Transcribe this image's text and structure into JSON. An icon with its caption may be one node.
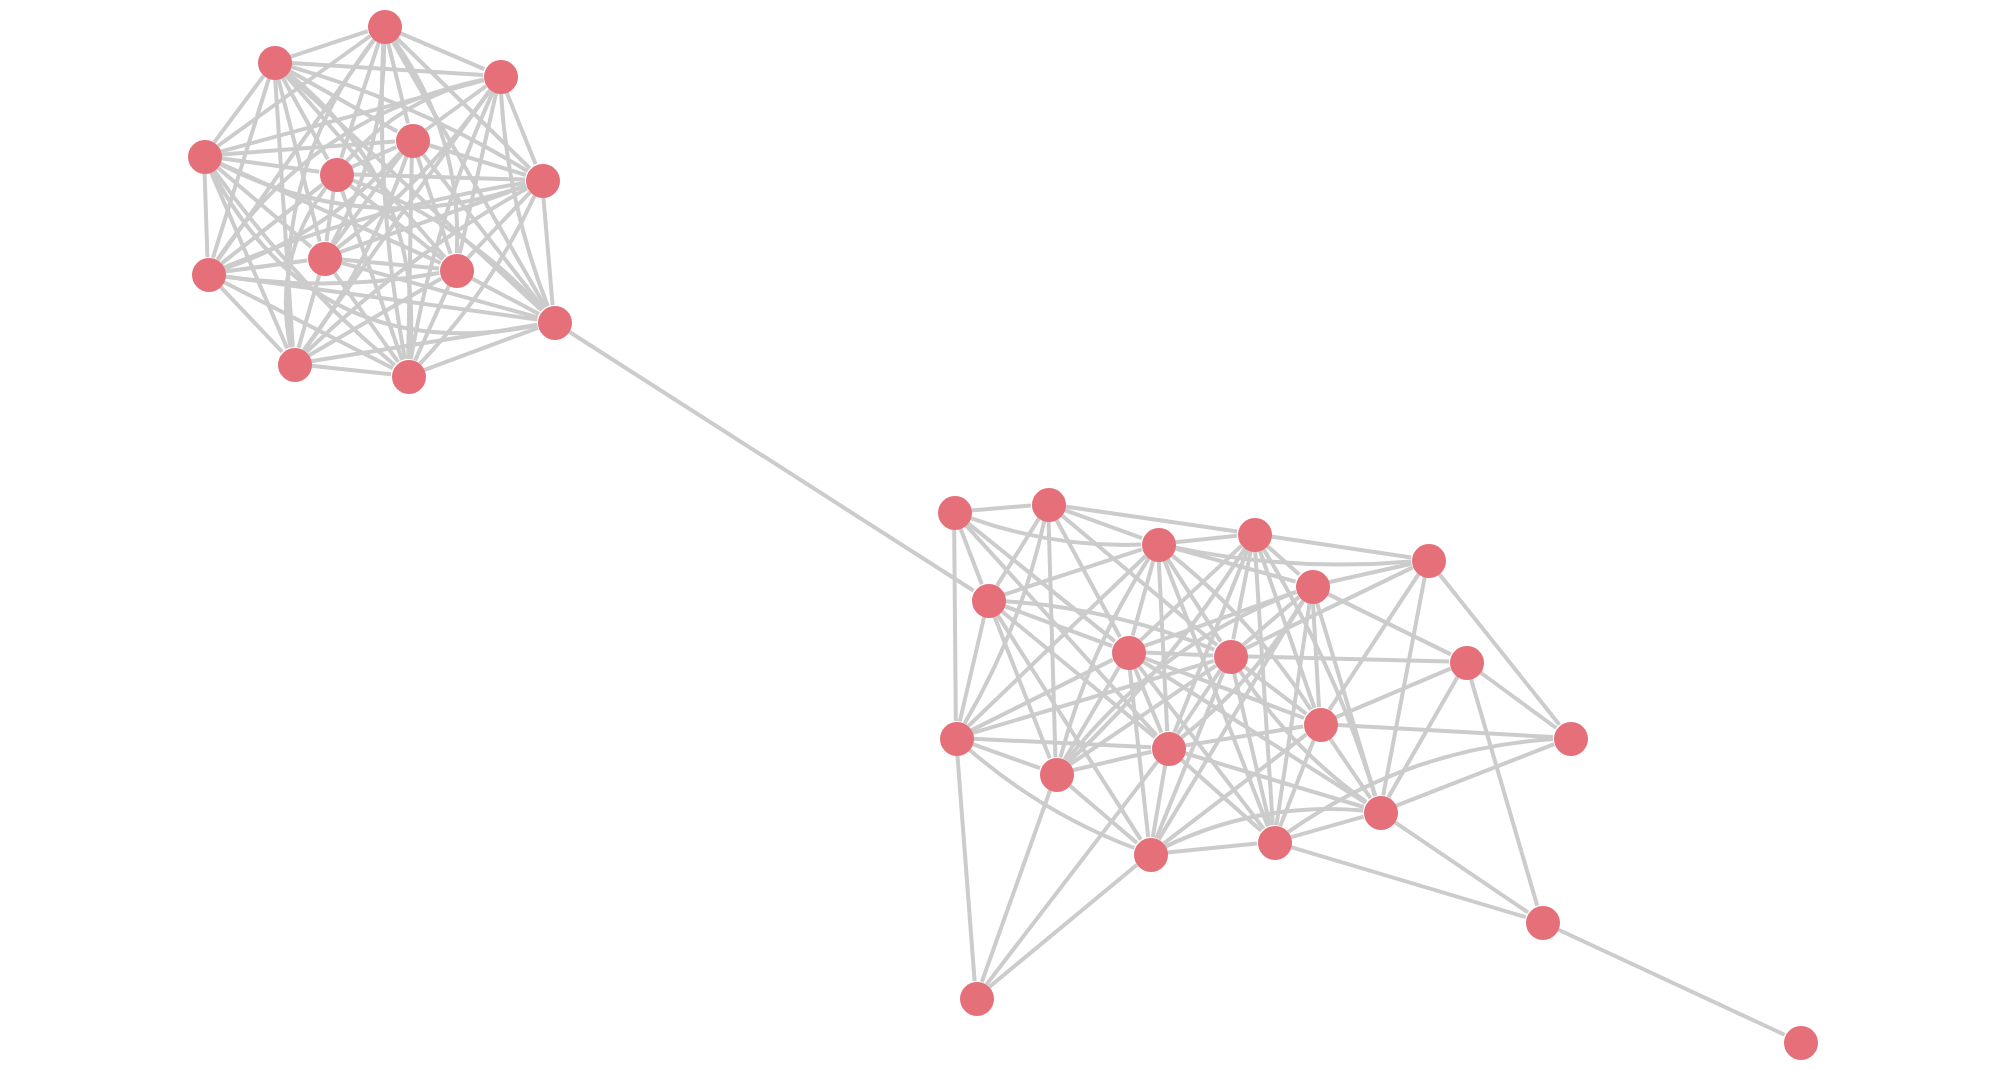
{
  "diagram": {
    "nodes": [
      {
        "text": [],
        "shape": "circle"
      },
      {
        "text": [],
        "shape": "circle"
      },
      {
        "text": [],
        "shape": "circle"
      },
      {
        "text": [],
        "shape": "circle"
      },
      {
        "text": [],
        "shape": "circle"
      },
      {
        "text": [],
        "shape": "circle"
      },
      {
        "text": [],
        "shape": "circle"
      },
      {
        "text": [],
        "shape": "circle"
      },
      {
        "text": [],
        "shape": "circle"
      },
      {
        "text": [],
        "shape": "circle"
      },
      {
        "text": [],
        "shape": "circle"
      },
      {
        "text": [],
        "shape": "circle"
      },
      {
        "text": [],
        "shape": "circle"
      },
      {
        "text": [],
        "shape": "circle"
      },
      {
        "text": [],
        "shape": "circle"
      },
      {
        "text": [],
        "shape": "circle"
      },
      {
        "text": [],
        "shape": "circle"
      },
      {
        "text": [],
        "shape": "circle"
      },
      {
        "text": [],
        "shape": "circle"
      },
      {
        "text": [],
        "shape": "circle"
      },
      {
        "text": [],
        "shape": "circle"
      },
      {
        "text": [],
        "shape": "circle"
      },
      {
        "text": [],
        "shape": "circle"
      },
      {
        "text": [],
        "shape": "circle"
      },
      {
        "text": [],
        "shape": "circle"
      },
      {
        "text": [],
        "shape": "circle"
      },
      {
        "text": [],
        "shape": "circle"
      },
      {
        "text": [],
        "shape": "circle"
      },
      {
        "text": [],
        "shape": "circle"
      },
      {
        "text": [],
        "shape": "circle"
      },
      {
        "text": [],
        "shape": "circle"
      },
      {
        "text": [],
        "shape": "circle"
      },
      {
        "text": [],
        "shape": "circle"
      },
      {
        "text": [],
        "shape": "circle"
      }
    ],
    "edges": [
      {
        "from": 0,
        "to": 1,
        "arrow": "none"
      },
      {
        "from": 0,
        "to": 2,
        "arrow": "none"
      },
      {
        "from": 0,
        "to": 3,
        "arrow": "none"
      },
      {
        "from": 0,
        "to": 4,
        "arrow": "none"
      },
      {
        "from": 0,
        "to": 5,
        "arrow": "none"
      },
      {
        "from": 0,
        "to": 6,
        "arrow": "none"
      },
      {
        "from": 0,
        "to": 7,
        "arrow": "none"
      },
      {
        "from": 0,
        "to": 8,
        "arrow": "none"
      },
      {
        "from": 0,
        "to": 9,
        "arrow": "none"
      },
      {
        "from": 0,
        "to": 10,
        "arrow": "none"
      },
      {
        "from": 0,
        "to": 11,
        "arrow": "none"
      },
      {
        "from": 0,
        "to": 12,
        "arrow": "none"
      },
      {
        "from": 1,
        "to": 2,
        "arrow": "none"
      },
      {
        "from": 1,
        "to": 3,
        "arrow": "none"
      },
      {
        "from": 1,
        "to": 4,
        "arrow": "none"
      },
      {
        "from": 1,
        "to": 5,
        "arrow": "none"
      },
      {
        "from": 1,
        "to": 6,
        "arrow": "none"
      },
      {
        "from": 1,
        "to": 7,
        "arrow": "none"
      },
      {
        "from": 1,
        "to": 8,
        "arrow": "none"
      },
      {
        "from": 1,
        "to": 9,
        "arrow": "none"
      },
      {
        "from": 1,
        "to": 10,
        "arrow": "none"
      },
      {
        "from": 1,
        "to": 11,
        "arrow": "none"
      },
      {
        "from": 1,
        "to": 12,
        "arrow": "none"
      },
      {
        "from": 2,
        "to": 3,
        "arrow": "none"
      },
      {
        "from": 2,
        "to": 4,
        "arrow": "none"
      },
      {
        "from": 2,
        "to": 5,
        "arrow": "none"
      },
      {
        "from": 2,
        "to": 6,
        "arrow": "none"
      },
      {
        "from": 2,
        "to": 7,
        "arrow": "none"
      },
      {
        "from": 2,
        "to": 8,
        "arrow": "none"
      },
      {
        "from": 2,
        "to": 9,
        "arrow": "none"
      },
      {
        "from": 2,
        "to": 10,
        "arrow": "none"
      },
      {
        "from": 2,
        "to": 11,
        "arrow": "none"
      },
      {
        "from": 2,
        "to": 12,
        "arrow": "none"
      },
      {
        "from": 3,
        "to": 4,
        "arrow": "none"
      },
      {
        "from": 3,
        "to": 5,
        "arrow": "none"
      },
      {
        "from": 3,
        "to": 6,
        "arrow": "none"
      },
      {
        "from": 3,
        "to": 7,
        "arrow": "none"
      },
      {
        "from": 3,
        "to": 8,
        "arrow": "none"
      },
      {
        "from": 3,
        "to": 9,
        "arrow": "none"
      },
      {
        "from": 3,
        "to": 10,
        "arrow": "none"
      },
      {
        "from": 3,
        "to": 11,
        "arrow": "none"
      },
      {
        "from": 3,
        "to": 12,
        "arrow": "none"
      },
      {
        "from": 4,
        "to": 5,
        "arrow": "none"
      },
      {
        "from": 4,
        "to": 6,
        "arrow": "none"
      },
      {
        "from": 4,
        "to": 7,
        "arrow": "none"
      },
      {
        "from": 4,
        "to": 8,
        "arrow": "none"
      },
      {
        "from": 4,
        "to": 9,
        "arrow": "none"
      },
      {
        "from": 4,
        "to": 10,
        "arrow": "none"
      },
      {
        "from": 4,
        "to": 11,
        "arrow": "none"
      },
      {
        "from": 4,
        "to": 12,
        "arrow": "none"
      },
      {
        "from": 5,
        "to": 6,
        "arrow": "none"
      },
      {
        "from": 5,
        "to": 7,
        "arrow": "none"
      },
      {
        "from": 5,
        "to": 8,
        "arrow": "none"
      },
      {
        "from": 5,
        "to": 9,
        "arrow": "none"
      },
      {
        "from": 5,
        "to": 10,
        "arrow": "none"
      },
      {
        "from": 5,
        "to": 11,
        "arrow": "none"
      },
      {
        "from": 5,
        "to": 12,
        "arrow": "none"
      },
      {
        "from": 6,
        "to": 7,
        "arrow": "none"
      },
      {
        "from": 6,
        "to": 8,
        "arrow": "none"
      },
      {
        "from": 6,
        "to": 9,
        "arrow": "none"
      },
      {
        "from": 6,
        "to": 10,
        "arrow": "none"
      },
      {
        "from": 6,
        "to": 11,
        "arrow": "none"
      },
      {
        "from": 6,
        "to": 12,
        "arrow": "none"
      },
      {
        "from": 7,
        "to": 8,
        "arrow": "none"
      },
      {
        "from": 7,
        "to": 9,
        "arrow": "none"
      },
      {
        "from": 7,
        "to": 10,
        "arrow": "none"
      },
      {
        "from": 7,
        "to": 11,
        "arrow": "none"
      },
      {
        "from": 7,
        "to": 12,
        "arrow": "none"
      },
      {
        "from": 8,
        "to": 9,
        "arrow": "none"
      },
      {
        "from": 8,
        "to": 10,
        "arrow": "none"
      },
      {
        "from": 8,
        "to": 11,
        "arrow": "none"
      },
      {
        "from": 8,
        "to": 12,
        "arrow": "none"
      },
      {
        "from": 9,
        "to": 10,
        "arrow": "none"
      },
      {
        "from": 9,
        "to": 11,
        "arrow": "none"
      },
      {
        "from": 9,
        "to": 12,
        "arrow": "none"
      },
      {
        "from": 10,
        "to": 11,
        "arrow": "none"
      },
      {
        "from": 10,
        "to": 12,
        "arrow": "none"
      },
      {
        "from": 11,
        "to": 12,
        "arrow": "none"
      },
      {
        "from": 10,
        "to": 19,
        "arrow": "none"
      },
      {
        "from": 13,
        "to": 14,
        "arrow": "none"
      },
      {
        "from": 13,
        "to": 15,
        "arrow": "none"
      },
      {
        "from": 13,
        "to": 16,
        "arrow": "none"
      },
      {
        "from": 13,
        "to": 19,
        "arrow": "none"
      },
      {
        "from": 13,
        "to": 20,
        "arrow": "none"
      },
      {
        "from": 13,
        "to": 21,
        "arrow": "none"
      },
      {
        "from": 13,
        "to": 24,
        "arrow": "none"
      },
      {
        "from": 13,
        "to": 27,
        "arrow": "none"
      },
      {
        "from": 14,
        "to": 16,
        "arrow": "none"
      },
      {
        "from": 14,
        "to": 19,
        "arrow": "none"
      },
      {
        "from": 14,
        "to": 20,
        "arrow": "none"
      },
      {
        "from": 14,
        "to": 24,
        "arrow": "none"
      },
      {
        "from": 14,
        "to": 26,
        "arrow": "none"
      },
      {
        "from": 15,
        "to": 16,
        "arrow": "none"
      },
      {
        "from": 15,
        "to": 17,
        "arrow": "none"
      },
      {
        "from": 15,
        "to": 18,
        "arrow": "none"
      },
      {
        "from": 15,
        "to": 20,
        "arrow": "none"
      },
      {
        "from": 15,
        "to": 21,
        "arrow": "none"
      },
      {
        "from": 15,
        "to": 23,
        "arrow": "none"
      },
      {
        "from": 15,
        "to": 26,
        "arrow": "none"
      },
      {
        "from": 15,
        "to": 27,
        "arrow": "none"
      },
      {
        "from": 15,
        "to": 28,
        "arrow": "none"
      },
      {
        "from": 15,
        "to": 29,
        "arrow": "none"
      },
      {
        "from": 16,
        "to": 17,
        "arrow": "none"
      },
      {
        "from": 16,
        "to": 18,
        "arrow": "none"
      },
      {
        "from": 16,
        "to": 19,
        "arrow": "none"
      },
      {
        "from": 16,
        "to": 20,
        "arrow": "none"
      },
      {
        "from": 16,
        "to": 21,
        "arrow": "none"
      },
      {
        "from": 16,
        "to": 23,
        "arrow": "none"
      },
      {
        "from": 16,
        "to": 24,
        "arrow": "none"
      },
      {
        "from": 16,
        "to": 26,
        "arrow": "none"
      },
      {
        "from": 16,
        "to": 27,
        "arrow": "none"
      },
      {
        "from": 16,
        "to": 29,
        "arrow": "none"
      },
      {
        "from": 17,
        "to": 18,
        "arrow": "none"
      },
      {
        "from": 17,
        "to": 21,
        "arrow": "none"
      },
      {
        "from": 17,
        "to": 23,
        "arrow": "none"
      },
      {
        "from": 17,
        "to": 25,
        "arrow": "none"
      },
      {
        "from": 17,
        "to": 28,
        "arrow": "none"
      },
      {
        "from": 18,
        "to": 20,
        "arrow": "none"
      },
      {
        "from": 18,
        "to": 21,
        "arrow": "none"
      },
      {
        "from": 18,
        "to": 22,
        "arrow": "none"
      },
      {
        "from": 18,
        "to": 23,
        "arrow": "none"
      },
      {
        "from": 18,
        "to": 26,
        "arrow": "none"
      },
      {
        "from": 18,
        "to": 27,
        "arrow": "none"
      },
      {
        "from": 18,
        "to": 28,
        "arrow": "none"
      },
      {
        "from": 18,
        "to": 29,
        "arrow": "none"
      },
      {
        "from": 18,
        "to": 30,
        "arrow": "none"
      },
      {
        "from": 19,
        "to": 20,
        "arrow": "none"
      },
      {
        "from": 19,
        "to": 21,
        "arrow": "none"
      },
      {
        "from": 19,
        "to": 24,
        "arrow": "none"
      },
      {
        "from": 19,
        "to": 26,
        "arrow": "none"
      },
      {
        "from": 19,
        "to": 27,
        "arrow": "none"
      },
      {
        "from": 19,
        "to": 30,
        "arrow": "none"
      },
      {
        "from": 20,
        "to": 21,
        "arrow": "none"
      },
      {
        "from": 20,
        "to": 23,
        "arrow": "none"
      },
      {
        "from": 20,
        "to": 24,
        "arrow": "none"
      },
      {
        "from": 20,
        "to": 26,
        "arrow": "none"
      },
      {
        "from": 20,
        "to": 27,
        "arrow": "none"
      },
      {
        "from": 20,
        "to": 28,
        "arrow": "none"
      },
      {
        "from": 20,
        "to": 29,
        "arrow": "none"
      },
      {
        "from": 20,
        "to": 30,
        "arrow": "none"
      },
      {
        "from": 21,
        "to": 22,
        "arrow": "none"
      },
      {
        "from": 21,
        "to": 23,
        "arrow": "none"
      },
      {
        "from": 21,
        "to": 24,
        "arrow": "none"
      },
      {
        "from": 21,
        "to": 26,
        "arrow": "none"
      },
      {
        "from": 21,
        "to": 27,
        "arrow": "none"
      },
      {
        "from": 21,
        "to": 28,
        "arrow": "none"
      },
      {
        "from": 21,
        "to": 29,
        "arrow": "none"
      },
      {
        "from": 21,
        "to": 30,
        "arrow": "none"
      },
      {
        "from": 22,
        "to": 23,
        "arrow": "none"
      },
      {
        "from": 22,
        "to": 25,
        "arrow": "none"
      },
      {
        "from": 22,
        "to": 28,
        "arrow": "none"
      },
      {
        "from": 22,
        "to": 31,
        "arrow": "none"
      },
      {
        "from": 23,
        "to": 25,
        "arrow": "none"
      },
      {
        "from": 23,
        "to": 26,
        "arrow": "none"
      },
      {
        "from": 23,
        "to": 28,
        "arrow": "none"
      },
      {
        "from": 23,
        "to": 29,
        "arrow": "none"
      },
      {
        "from": 23,
        "to": 30,
        "arrow": "none"
      },
      {
        "from": 24,
        "to": 26,
        "arrow": "none"
      },
      {
        "from": 24,
        "to": 27,
        "arrow": "none"
      },
      {
        "from": 24,
        "to": 30,
        "arrow": "none"
      },
      {
        "from": 24,
        "to": 32,
        "arrow": "none"
      },
      {
        "from": 25,
        "to": 28,
        "arrow": "none"
      },
      {
        "from": 25,
        "to": 29,
        "arrow": "none"
      },
      {
        "from": 26,
        "to": 27,
        "arrow": "none"
      },
      {
        "from": 26,
        "to": 28,
        "arrow": "none"
      },
      {
        "from": 26,
        "to": 29,
        "arrow": "none"
      },
      {
        "from": 26,
        "to": 30,
        "arrow": "none"
      },
      {
        "from": 26,
        "to": 32,
        "arrow": "none"
      },
      {
        "from": 27,
        "to": 30,
        "arrow": "none"
      },
      {
        "from": 27,
        "to": 32,
        "arrow": "none"
      },
      {
        "from": 28,
        "to": 29,
        "arrow": "none"
      },
      {
        "from": 28,
        "to": 30,
        "arrow": "none"
      },
      {
        "from": 28,
        "to": 31,
        "arrow": "none"
      },
      {
        "from": 29,
        "to": 30,
        "arrow": "none"
      },
      {
        "from": 29,
        "to": 31,
        "arrow": "none"
      },
      {
        "from": 30,
        "to": 32,
        "arrow": "none"
      },
      {
        "from": 31,
        "to": 33,
        "arrow": "none"
      }
    ]
  }
}
